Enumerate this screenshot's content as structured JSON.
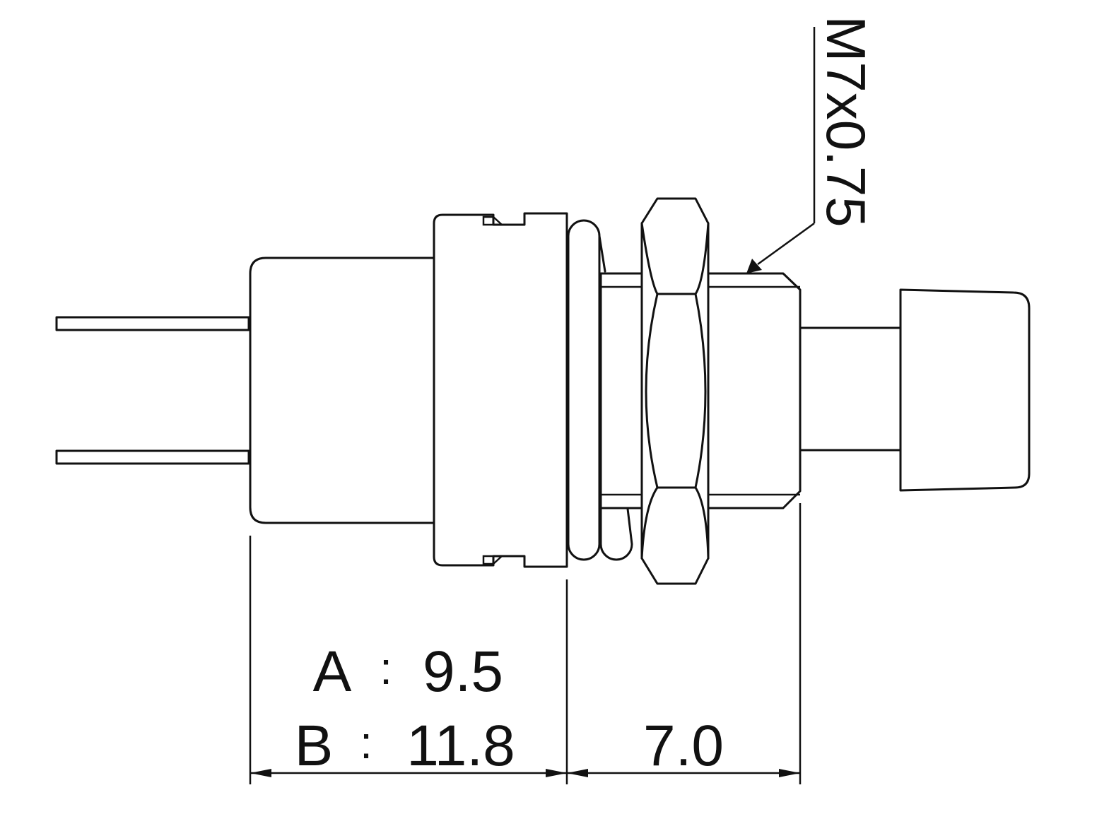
{
  "labels": {
    "thread_spec": "M7x0.75",
    "dim_a_name": "A",
    "dim_a_value": "9.5",
    "dim_b_name": "B",
    "dim_b_value": "11.8",
    "dim_separator": ":",
    "dim_thread_length": "7.0"
  },
  "colors": {
    "line": "#111111",
    "background": "#ffffff"
  }
}
